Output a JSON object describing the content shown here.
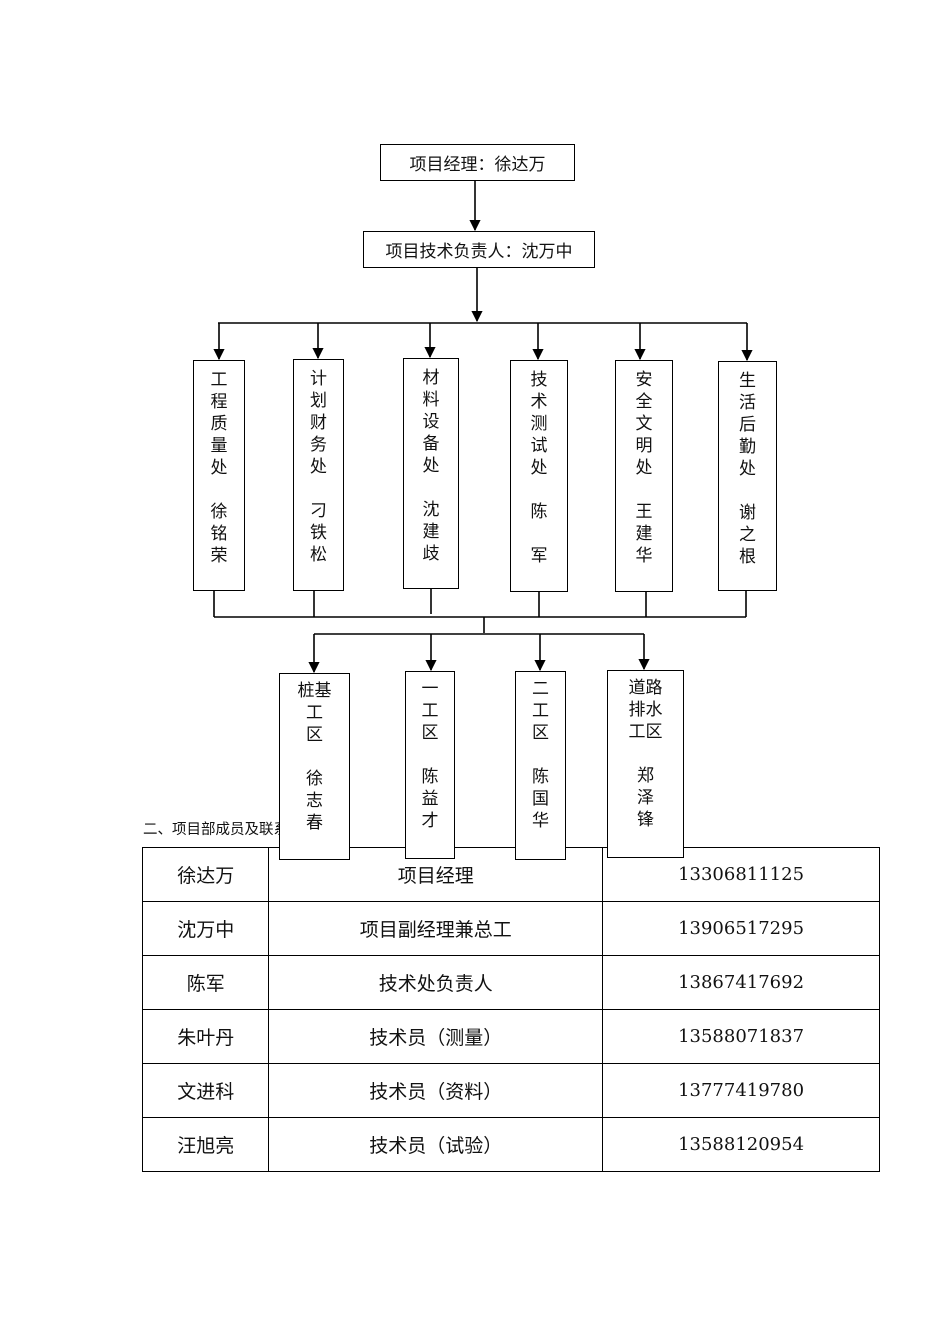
{
  "org_chart": {
    "manager": "项目经理：徐达万",
    "tech_lead": "项目技术负责人：沈万中",
    "departments": [
      {
        "chars": [
          "工",
          "程",
          "质",
          "量",
          "处"
        ],
        "person": [
          "徐",
          "铭",
          "荣"
        ]
      },
      {
        "chars": [
          "计",
          "划",
          "财",
          "务",
          "处"
        ],
        "person": [
          "刁",
          "铁",
          "松"
        ]
      },
      {
        "chars": [
          "材",
          "料",
          "设",
          "备",
          "处"
        ],
        "person": [
          "沈",
          "建",
          "歧"
        ]
      },
      {
        "chars": [
          "技",
          "术",
          "测",
          "试",
          "处"
        ],
        "person": [
          "陈",
          "",
          "军"
        ]
      },
      {
        "chars": [
          "安",
          "全",
          "文",
          "明",
          "处"
        ],
        "person": [
          "王",
          "建",
          "华"
        ]
      },
      {
        "chars": [
          "生",
          "活",
          "后",
          "勤",
          "处"
        ],
        "person": [
          "谢",
          "之",
          "根"
        ]
      }
    ],
    "work_areas": [
      {
        "lines": [
          "桩基",
          "工",
          "区"
        ],
        "person": [
          "徐",
          "志",
          "春"
        ]
      },
      {
        "lines": [
          "一",
          "工",
          "区"
        ],
        "person": [
          "陈",
          "益",
          "才"
        ]
      },
      {
        "lines": [
          "二",
          "工",
          "区"
        ],
        "person": [
          "陈",
          "国",
          "华"
        ]
      },
      {
        "lines": [
          "道路",
          "排水",
          "工区"
        ],
        "person": [
          "郑",
          "泽",
          "锋"
        ]
      }
    ]
  },
  "section_title": "二、项目部成员及联系方法",
  "contacts": [
    {
      "name": "徐达万",
      "role": "项目经理",
      "phone": "13306811125"
    },
    {
      "name": "沈万中",
      "role": "项目副经理兼总工",
      "phone": "13906517295"
    },
    {
      "name": "陈军",
      "role": "技术处负责人",
      "phone": "13867417692"
    },
    {
      "name": "朱叶丹",
      "role": "技术员（测量）",
      "phone": "13588071837"
    },
    {
      "name": "文进科",
      "role": "技术员（资料）",
      "phone": "13777419780"
    },
    {
      "name": "汪旭亮",
      "role": "技术员（试验）",
      "phone": "13588120954"
    }
  ]
}
